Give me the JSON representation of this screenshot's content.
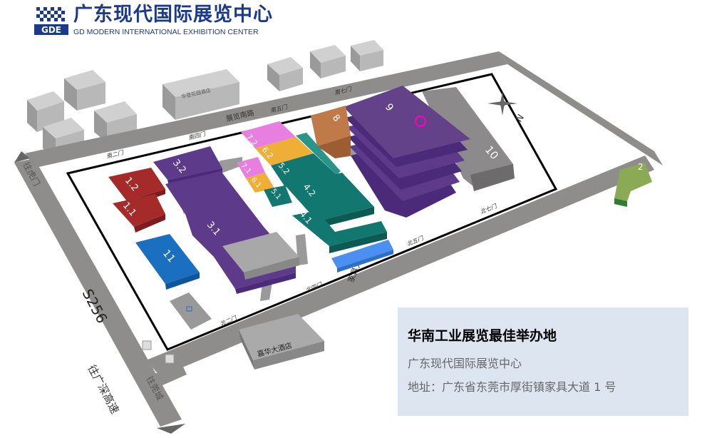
{
  "logo": {
    "abbr": "GDE",
    "name_cn": "广东现代国际展览中心",
    "name_en": "GD MODERN INTERNATIONAL EXHIBITION CENTER"
  },
  "info": {
    "title": "华南工业展览最佳举办地",
    "name": "广东现代国际展览中心",
    "address": "地址：广东省东莞市厚街镇家具大道 1 号"
  },
  "halls": {
    "h1_1": "1.1",
    "h1_2": "1.2",
    "h2": "2",
    "h3_1": "3.1",
    "h3_2": "3.2",
    "h4_1": "4.1",
    "h4_2": "4.2",
    "h5_1": "5.1",
    "h5_2": "5.2",
    "h6_1": "6.1",
    "h6_2": "6.2",
    "h7_1": "7.1",
    "h7_2": "7.2",
    "h8": "8",
    "h9": "9",
    "h10": "10",
    "h11": "11"
  },
  "gates": {
    "south2": "南二门",
    "south4": "南四门",
    "south5": "南五门",
    "south7": "南七门",
    "north2": "北二门",
    "north4": "北四门",
    "north5": "北五门",
    "north7": "北七门"
  },
  "roads": {
    "s256": "S256",
    "to_humen": "往虎门",
    "to_guangshen": "往广深高速",
    "to_guancheng": "往莞城",
    "furniture_ave": "家具大道",
    "south_road": "展览南路"
  },
  "landmarks": {
    "hotel": "嘉华大酒店",
    "garden_hotel": "华登花园酒店"
  },
  "compass": {
    "north": "N"
  },
  "colors": {
    "purple": "#5e3a8a",
    "red": "#a52a2a",
    "blue": "#1a6fc0",
    "teal": "#12786f",
    "pink": "#e77ee0",
    "orange": "#efae35",
    "brown": "#c07a4a",
    "gray": "#8c8a8a",
    "green": "#8aaa55",
    "infobox": "#dce5f0"
  }
}
